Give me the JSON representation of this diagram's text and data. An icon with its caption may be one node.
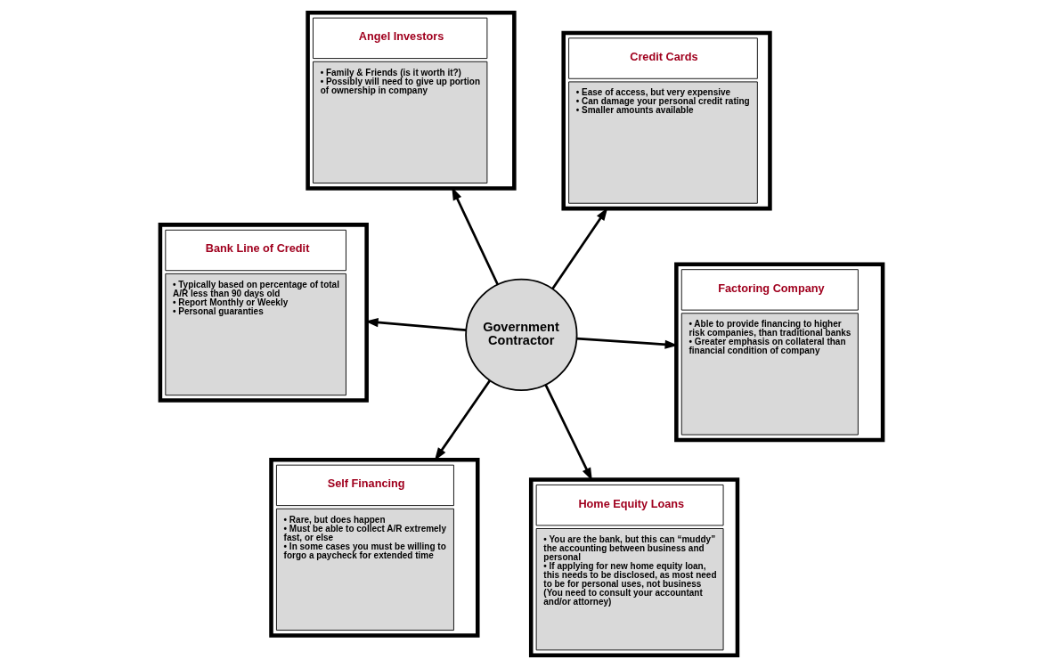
{
  "diagram": {
    "nodes": [
      {
        "text": [
          "Bank Line of Credit",
          "• Typically based on percentage of total A/R less than 90 days old",
          "• Report Monthly or Weekly",
          "• Personal guaranties"
        ]
      },
      {
        "text": [
          "Factoring Company",
          "• Able to provide financing to higher risk companies, than traditional banks",
          "• Greater emphasis on collateral than financial condition of company"
        ]
      },
      {
        "text": [
          "Home Equity Loans",
          "• You are the bank, but this can “muddy” the accounting between business and personal",
          "• If applying for new home equity loan, this needs to be disclosed, as most need to be for personal uses, not business (You need to consult your accountant and/or attorney)"
        ]
      },
      {
        "text": [
          "Angel Investors",
          "• Family & Friends (is it worth it?)",
          "• Possibly will need to give up portion of ownership in company"
        ]
      },
      {
        "text": [
          "Government Contractor"
        ]
      },
      {
        "text": [
          "Credit Cards",
          "• Ease of access, but very expensive",
          "• Can damage your personal credit rating",
          "• Smaller amounts available"
        ]
      },
      {
        "text": [
          "Self Financing",
          "• Rare, but does happen",
          "• Must be able to collect A/R extremely fast, or else",
          "• In some cases you must be willing to forgo a paycheck for extended time"
        ]
      }
    ],
    "edges": [
      {
        "from": 4,
        "to": 0,
        "arrow": "to"
      },
      {
        "from": 4,
        "to": 1,
        "arrow": "to"
      },
      {
        "from": 4,
        "to": 2,
        "arrow": "to"
      },
      {
        "from": 4,
        "to": 3,
        "arrow": "to"
      },
      {
        "from": 4,
        "to": 5,
        "arrow": "to"
      },
      {
        "from": 4,
        "to": 6,
        "arrow": "to"
      }
    ]
  }
}
